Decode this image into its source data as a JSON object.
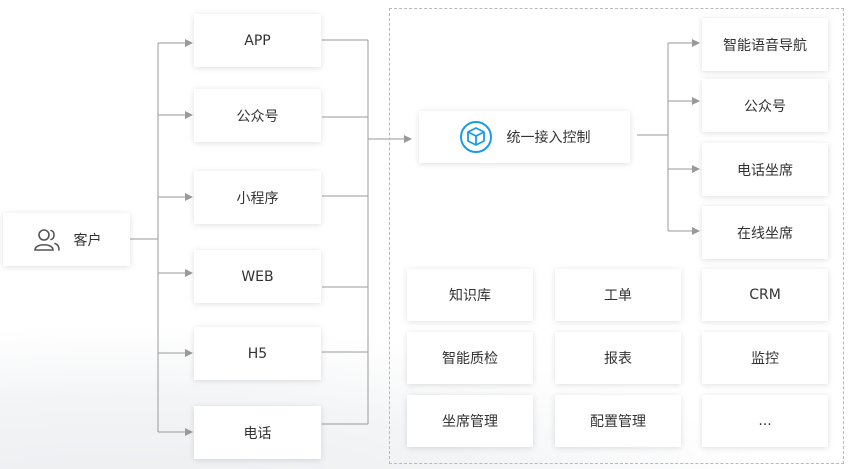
{
  "customer": {
    "label": "客户"
  },
  "channels": [
    "APP",
    "公众号",
    "小程序",
    "WEB",
    "H5",
    "电话"
  ],
  "unified_control": {
    "label": "统一接入控制"
  },
  "destinations": [
    "智能语音导航",
    "公众号",
    "电话坐席",
    "在线坐席"
  ],
  "modules": [
    "知识库",
    "工单",
    "CRM",
    "智能质检",
    "报表",
    "监控",
    "坐席管理",
    "配置管理",
    "..."
  ],
  "colors": {
    "accent": "#1a9be6",
    "line": "#9a9a9a"
  },
  "icons": {
    "customer": "users-icon",
    "unified_control": "cube-icon"
  }
}
